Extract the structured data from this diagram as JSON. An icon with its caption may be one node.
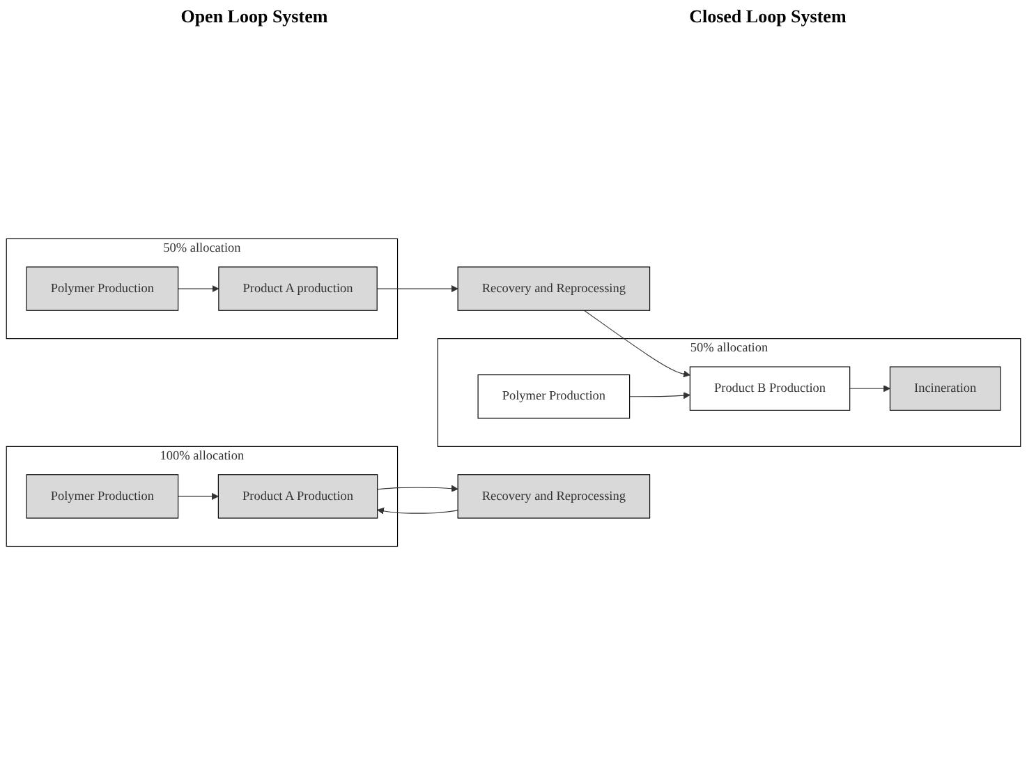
{
  "diagram": {
    "nodes": [
      {
        "text": [],
        "shape": "box",
        "beside": [
          "50% allocation"
        ]
      },
      {
        "text": [
          "Polymer Production"
        ],
        "in": 0
      },
      {
        "text": [
          "Product A production"
        ],
        "in": 0
      },
      {
        "text": [
          "Recovery and Reprocessing"
        ]
      },
      {
        "text": [],
        "shape": "box",
        "beside": [
          "50% allocation"
        ]
      },
      {
        "text": [
          "Polymer Production"
        ],
        "in": 4
      },
      {
        "text": [
          "Product B Production"
        ],
        "in": 4
      },
      {
        "text": [
          "Incineration"
        ],
        "in": 4
      },
      {
        "text": [],
        "shape": "box",
        "beside": [
          "100% allocation"
        ]
      },
      {
        "text": [
          "Polymer Production"
        ],
        "in": 8
      },
      {
        "text": [
          "Product A Production"
        ],
        "in": 8
      },
      {
        "text": [
          "Recovery and Reprocessing"
        ]
      }
    ],
    "edges": [
      {
        "from": 1,
        "to": 2,
        "arrow": "to"
      },
      {
        "from": 2,
        "to": 3,
        "arrow": "to"
      },
      {
        "from": 3,
        "to": 6,
        "arrow": "to"
      },
      {
        "from": 5,
        "to": 6,
        "arrow": "to"
      },
      {
        "from": 6,
        "to": 7,
        "arrow": "to"
      },
      {
        "from": 9,
        "to": 10,
        "arrow": "to"
      },
      {
        "from": 10,
        "to": 11,
        "arrow": "to"
      },
      {
        "from": 11,
        "to": 10,
        "arrow": "to"
      }
    ],
    "labels": [
      "Open Loop System",
      "Closed Loop System"
    ]
  }
}
